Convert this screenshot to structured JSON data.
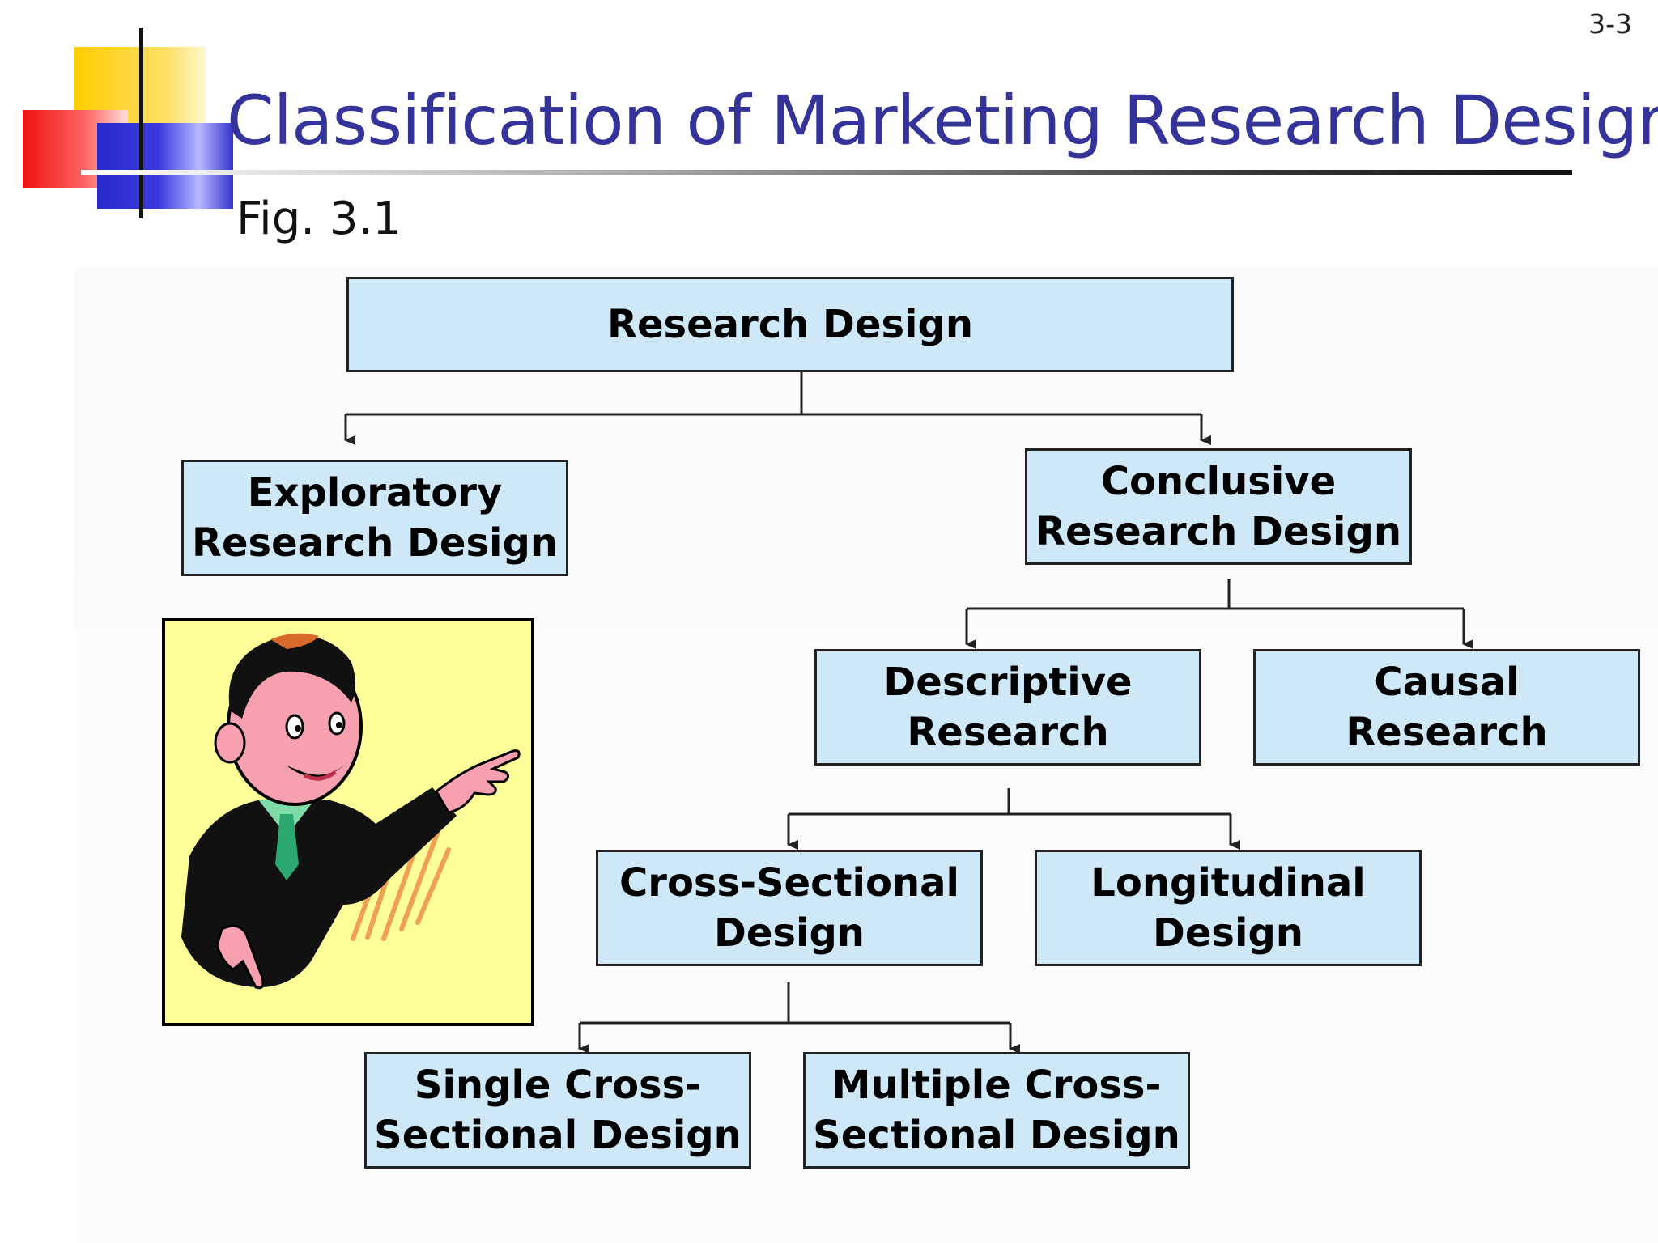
{
  "slide": {
    "page_number": "3-3",
    "title": "Classification of Marketing Research Designs",
    "figure_label": "Fig. 3.1"
  },
  "diagram": {
    "root": {
      "line1": "Research Design"
    },
    "exploratory": {
      "line1": "Exploratory",
      "line2": "Research Design"
    },
    "conclusive": {
      "line1": "Conclusive",
      "line2": "Research Design"
    },
    "descriptive": {
      "line1": "Descriptive",
      "line2": "Research"
    },
    "causal": {
      "line1": "Causal",
      "line2": "Research"
    },
    "cross_sectional": {
      "line1": "Cross-Sectional",
      "line2": "Design"
    },
    "longitudinal": {
      "line1": "Longitudinal",
      "line2": "Design"
    },
    "single_cross": {
      "line1": "Single Cross-",
      "line2": "Sectional Design"
    },
    "multiple_cross": {
      "line1": "Multiple Cross-",
      "line2": "Sectional Design"
    }
  },
  "colors": {
    "title": "#333399",
    "box_fill": "#cfe8f8",
    "box_border": "#222222",
    "clipart_bg": "#ffff99"
  },
  "icons": [
    "corner-squares-decoration",
    "pointing-man-clipart"
  ]
}
